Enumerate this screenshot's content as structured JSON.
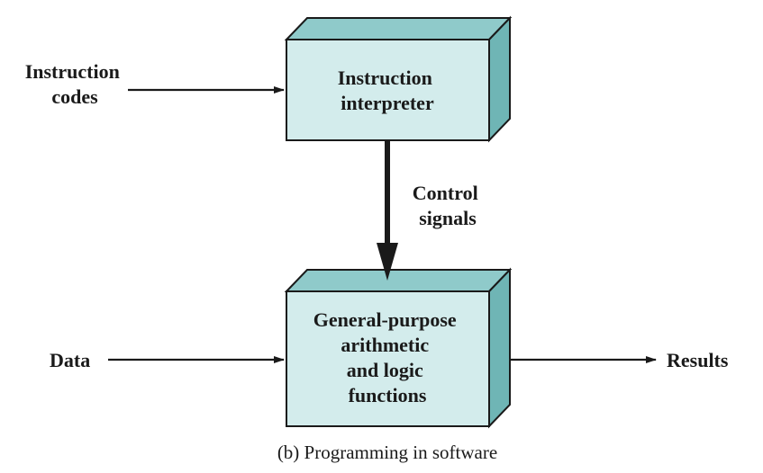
{
  "diagram": {
    "caption": "(b) Programming in software",
    "blocks": {
      "interpreter": {
        "lines": [
          "Instruction",
          "interpreter"
        ]
      },
      "alu": {
        "lines": [
          "General-purpose",
          "arithmetic",
          "and logic",
          "functions"
        ]
      }
    },
    "labels": {
      "instruction_codes": [
        "Instruction",
        "codes"
      ],
      "control_signals": [
        "Control",
        "signals"
      ],
      "data": "Data",
      "results": "Results"
    },
    "colors": {
      "box_front": "#d3ecec",
      "box_top": "#8fcaca",
      "box_side": "#6fb5b5",
      "stroke": "#1a1a1a"
    }
  }
}
